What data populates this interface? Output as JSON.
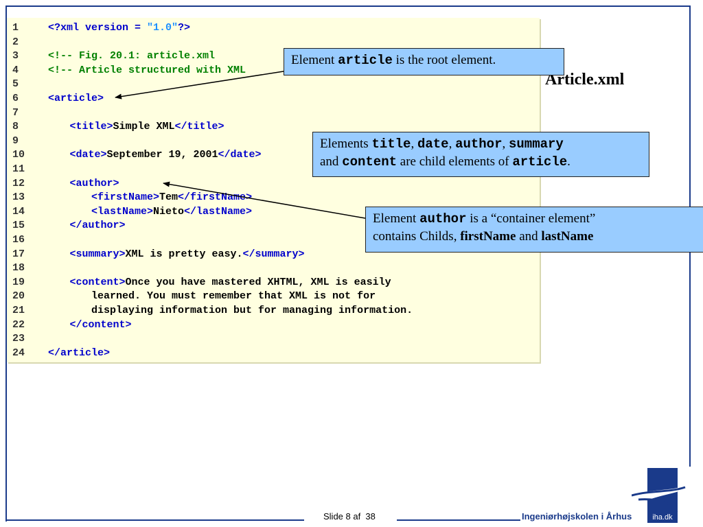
{
  "slide": {
    "title": "Article.xml"
  },
  "code": {
    "lines": [
      {
        "n": "1",
        "i": 0,
        "parts": [
          {
            "c": "tag",
            "t": "<?xml version = "
          },
          {
            "c": "string",
            "t": "\"1.0\""
          },
          {
            "c": "tag",
            "t": "?>"
          }
        ]
      },
      {
        "n": "2",
        "i": 0,
        "parts": []
      },
      {
        "n": "3",
        "i": 0,
        "parts": [
          {
            "c": "comment",
            "t": "<!-- Fig. 20.1: article.xml"
          }
        ]
      },
      {
        "n": "4",
        "i": 0,
        "parts": [
          {
            "c": "comment",
            "t": "<!-- Article structured with XML"
          }
        ]
      },
      {
        "n": "5",
        "i": 0,
        "parts": []
      },
      {
        "n": "6",
        "i": 0,
        "parts": [
          {
            "c": "tag",
            "t": "<article>"
          }
        ]
      },
      {
        "n": "7",
        "i": 0,
        "parts": []
      },
      {
        "n": "8",
        "i": 1,
        "parts": [
          {
            "c": "tag",
            "t": "<title>"
          },
          {
            "c": "text",
            "t": "Simple XML"
          },
          {
            "c": "tag",
            "t": "</title>"
          }
        ]
      },
      {
        "n": "9",
        "i": 0,
        "parts": []
      },
      {
        "n": "10",
        "i": 1,
        "parts": [
          {
            "c": "tag",
            "t": "<date>"
          },
          {
            "c": "text",
            "t": "September 19, 2001"
          },
          {
            "c": "tag",
            "t": "</date>"
          }
        ]
      },
      {
        "n": "11",
        "i": 0,
        "parts": []
      },
      {
        "n": "12",
        "i": 1,
        "parts": [
          {
            "c": "tag",
            "t": "<author>"
          }
        ]
      },
      {
        "n": "13",
        "i": 2,
        "parts": [
          {
            "c": "tag",
            "t": "<firstName>"
          },
          {
            "c": "text",
            "t": "Tem"
          },
          {
            "c": "tag",
            "t": "</firstName>"
          }
        ]
      },
      {
        "n": "14",
        "i": 2,
        "parts": [
          {
            "c": "tag",
            "t": "<lastName>"
          },
          {
            "c": "text",
            "t": "Nieto"
          },
          {
            "c": "tag",
            "t": "</lastName>"
          }
        ]
      },
      {
        "n": "15",
        "i": 1,
        "parts": [
          {
            "c": "tag",
            "t": "</author>"
          }
        ]
      },
      {
        "n": "16",
        "i": 0,
        "parts": []
      },
      {
        "n": "17",
        "i": 1,
        "parts": [
          {
            "c": "tag",
            "t": "<summary>"
          },
          {
            "c": "text",
            "t": "XML is pretty easy."
          },
          {
            "c": "tag",
            "t": "</summary>"
          }
        ]
      },
      {
        "n": "18",
        "i": 0,
        "parts": []
      },
      {
        "n": "19",
        "i": 1,
        "parts": [
          {
            "c": "tag",
            "t": "<content>"
          },
          {
            "c": "text",
            "t": "Once you have mastered XHTML, XML is easily"
          }
        ]
      },
      {
        "n": "20",
        "i": 2,
        "parts": [
          {
            "c": "text",
            "t": "learned. You must remember that XML is not for"
          }
        ]
      },
      {
        "n": "21",
        "i": 2,
        "parts": [
          {
            "c": "text",
            "t": "displaying information but for managing information."
          }
        ]
      },
      {
        "n": "22",
        "i": 1,
        "parts": [
          {
            "c": "tag",
            "t": "</content>"
          }
        ]
      },
      {
        "n": "23",
        "i": 0,
        "parts": []
      },
      {
        "n": "24",
        "i": 0,
        "parts": [
          {
            "c": "tag",
            "t": "</article>"
          }
        ]
      }
    ]
  },
  "callouts": {
    "c1": {
      "pre": "Element ",
      "m1": "article",
      "post": " is the root element."
    },
    "c2": {
      "pre": "Elements ",
      "m1": "title",
      "s1": ", ",
      "m2": "date",
      "s2": ", ",
      "m3": "author",
      "s3": ", ",
      "m4": "summary",
      "s4": "and ",
      "m5": "content",
      "s5": " are child elements of ",
      "m6": "article",
      "end": "."
    },
    "c3": {
      "pre": "Element ",
      "m1": "author",
      "mid": " is a “container element”",
      "line2": "contains Childs, ",
      "b1": "firstName",
      "and": " and ",
      "b2": "lastName"
    }
  },
  "footer": {
    "slide_label": "Slide 8 af  38",
    "school": "Ingeniørhøjskolen i Århus",
    "logo_text": "iha.dk"
  },
  "colors": {
    "tag": "#0000cc",
    "comment": "#008000",
    "string": "#1e90ff",
    "callout_bg": "#99ccff",
    "code_bg": "#ffffe0",
    "frame": "#1a3a8a"
  }
}
